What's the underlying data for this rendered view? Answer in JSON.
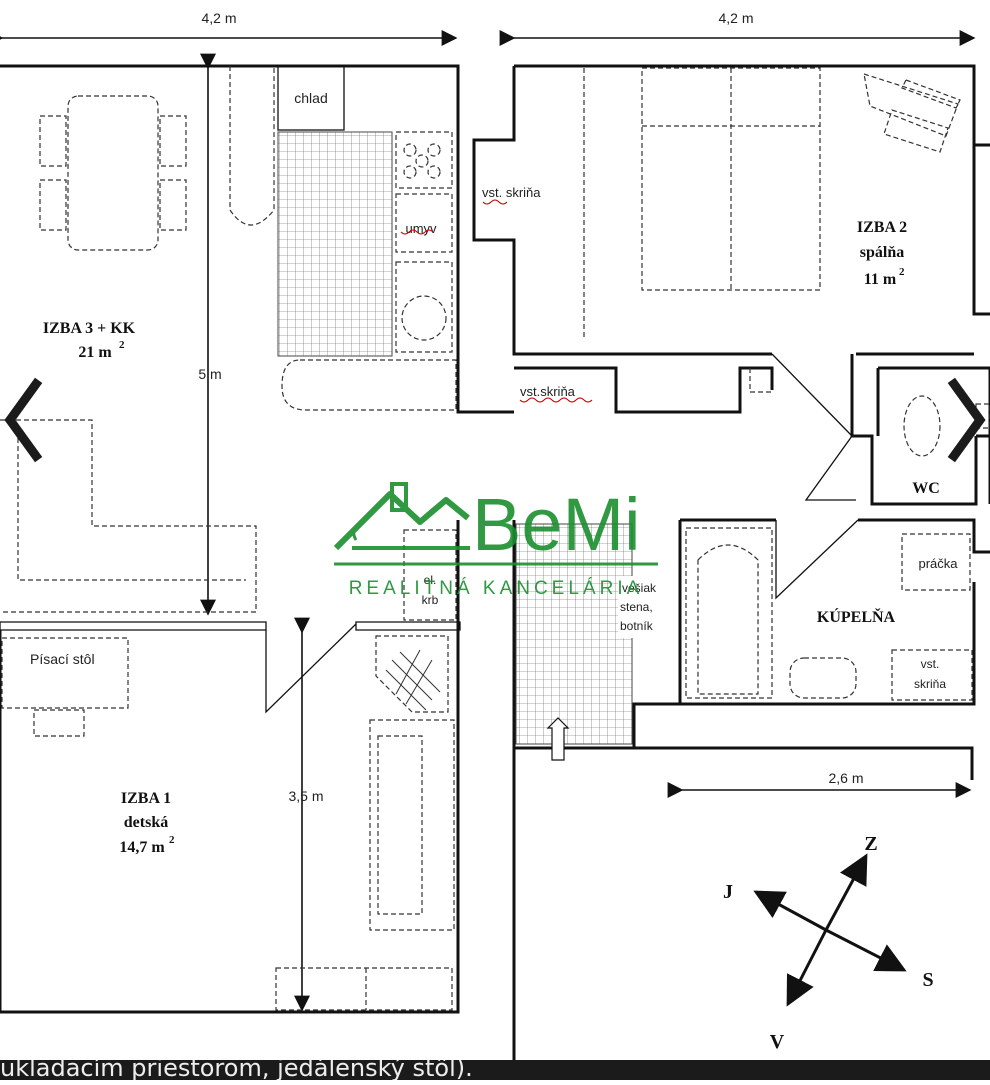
{
  "dimensions": {
    "top_left_width": "4,2 m",
    "top_right_width": "4,2 m",
    "left_height": "5 m",
    "room1_height": "3,5 m",
    "bottom_right_width": "2,6 m"
  },
  "rooms": {
    "izba3": {
      "name": "IZBA 3 + KK",
      "area": "21 m",
      "sup": "2"
    },
    "izba2": {
      "name": "IZBA 2",
      "subtitle": "spálňa",
      "area": "11 m",
      "sup": "2"
    },
    "izba1": {
      "name": "IZBA 1",
      "subtitle": "detská",
      "area": "14,7 m",
      "sup": "2"
    },
    "wc": {
      "name": "WC"
    },
    "kupelna": {
      "name": "KÚPELŇA"
    }
  },
  "labels": {
    "chlad": "chlad",
    "umyv": "umyv",
    "vst_skrina_bedroom": "vst. skriňa",
    "vst_skrina_hall": "vst.skriňa",
    "pracka": "práčka",
    "vst_bath_1": "vst.",
    "vst_bath_2": "skriňa",
    "el": "el.",
    "krb": "krb",
    "vesiak_1": "vešiak",
    "vesiak_2": "stena,",
    "vesiak_3": "botník",
    "pisaci_stol": "Písací stôl"
  },
  "compass": {
    "north": "Z",
    "east": "S",
    "south": "V",
    "west": "J"
  },
  "watermark": {
    "brand": "BeMi",
    "tagline": "REALITNÁ KANCELÁRIA",
    "color": "#1a8f2e"
  },
  "gallery": {
    "prev_icon": "chevron-left-icon",
    "next_icon": "chevron-right-icon"
  },
  "caption": "ukladacím priestorom, jedálenský stôl)."
}
